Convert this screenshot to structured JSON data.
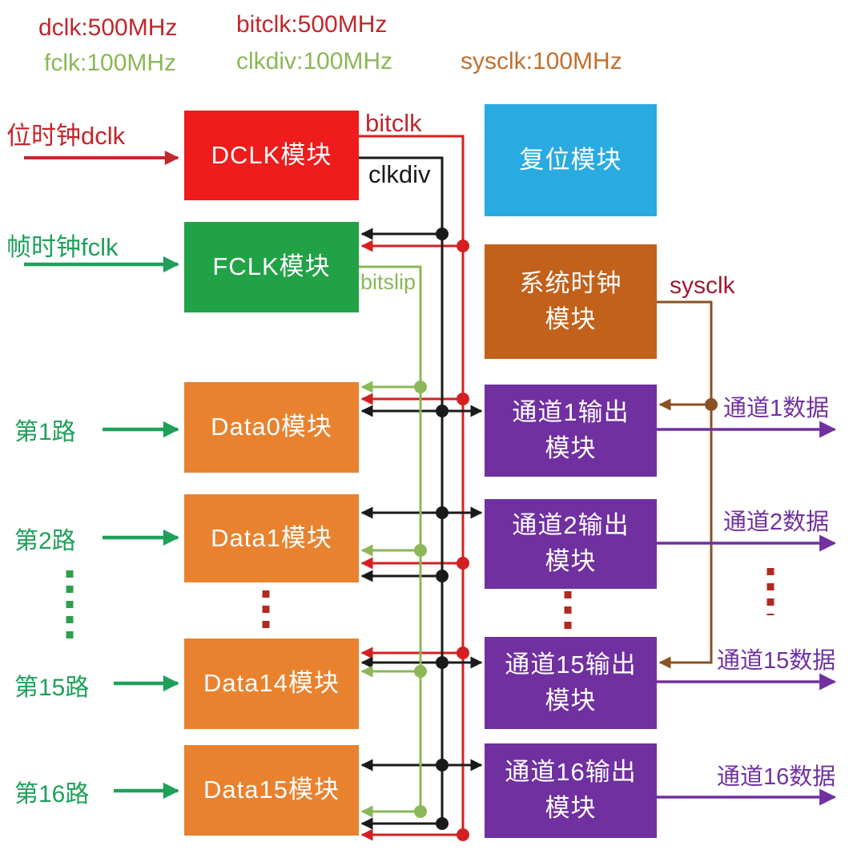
{
  "colors": {
    "red_block": "#ee1c1c",
    "red_line": "#d42020",
    "red_text": "#c1272d",
    "green_block": "#22a246",
    "emerald": "#1fa05a",
    "yellow_green": "#8bb757",
    "orange_block": "#e8822f",
    "blue_block": "#29abe2",
    "brown_block": "#c2611b",
    "brown_line": "#8a5222",
    "brown_text": "#bf7030",
    "dark_red_text": "#9e1b32",
    "purple": "#7030a0",
    "black_line": "#1a1a1a",
    "dotted_red": "#b02a22",
    "dotted_green": "#2f9e4e"
  },
  "legend": {
    "dclk": "dclk:500MHz",
    "fclk": "fclk:100MHz",
    "bitclk": "bitclk:500MHz",
    "clkdiv": "clkdiv:100MHz",
    "sysclk": "sysclk:100MHz"
  },
  "input_labels": {
    "dclk": "位时钟dclk",
    "fclk": "帧时钟fclk",
    "lane1": "第1路",
    "lane2": "第2路",
    "lane15": "第15路",
    "lane16": "第16路"
  },
  "signal_labels": {
    "bitclk": "bitclk",
    "clkdiv": "clkdiv",
    "bitslip": "bitslip",
    "sysclk": "sysclk"
  },
  "blocks": {
    "dclk": "DCLK模块",
    "fclk": "FCLK模块",
    "reset": "复位模块",
    "sysclk": {
      "line1": "系统时钟",
      "line2": "模块"
    },
    "data0": "Data0模块",
    "data1": "Data1模块",
    "data14": "Data14模块",
    "data15": "Data15模块",
    "out1": {
      "line1": "通道1输出",
      "line2": "模块"
    },
    "out2": {
      "line1": "通道2输出",
      "line2": "模块"
    },
    "out15": {
      "line1": "通道15输出",
      "line2": "模块"
    },
    "out16": {
      "line1": "通道16输出",
      "line2": "模块"
    }
  },
  "output_labels": {
    "ch1": "通道1数据",
    "ch2": "通道2数据",
    "ch15": "通道15数据",
    "ch16": "通道16数据"
  }
}
